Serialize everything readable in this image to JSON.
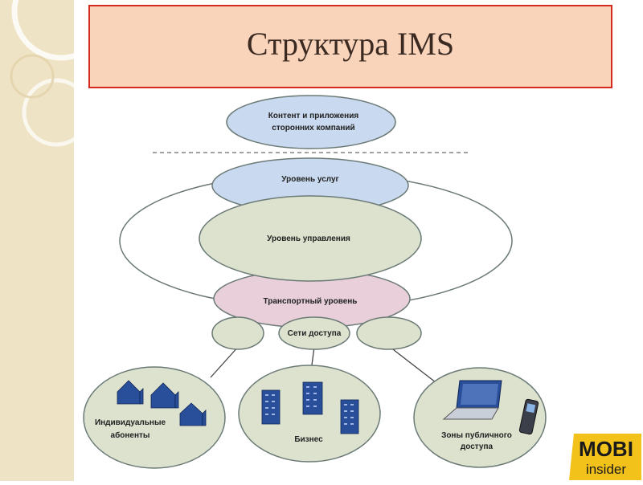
{
  "slide": {
    "title": "Структура IMS"
  },
  "diagram": {
    "content_line1": "Контент и приложения",
    "content_line2": "сторонних компаний",
    "services": "Уровень услуг",
    "control": "Уровень управления",
    "transport": "Транспортный уровень",
    "access": "Сети доступа",
    "individual_line1": "Индивидуальные",
    "individual_line2": "абоненты",
    "business": "Бизнес",
    "public_line1": "Зоны публичного",
    "public_line2": "доступа"
  },
  "logo": {
    "brand": "MOBI",
    "sub": "insider"
  },
  "colors": {
    "title_bg": "#f9d4bb",
    "title_border": "#d62a1e",
    "content_fill": "#c9d9ef",
    "services_fill": "#c9d9ef",
    "control_fill": "#dde2cf",
    "transport_fill": "#e8cfd9",
    "endpoint_fill": "#dde2cf",
    "icon_blue": "#2a4f9a"
  }
}
